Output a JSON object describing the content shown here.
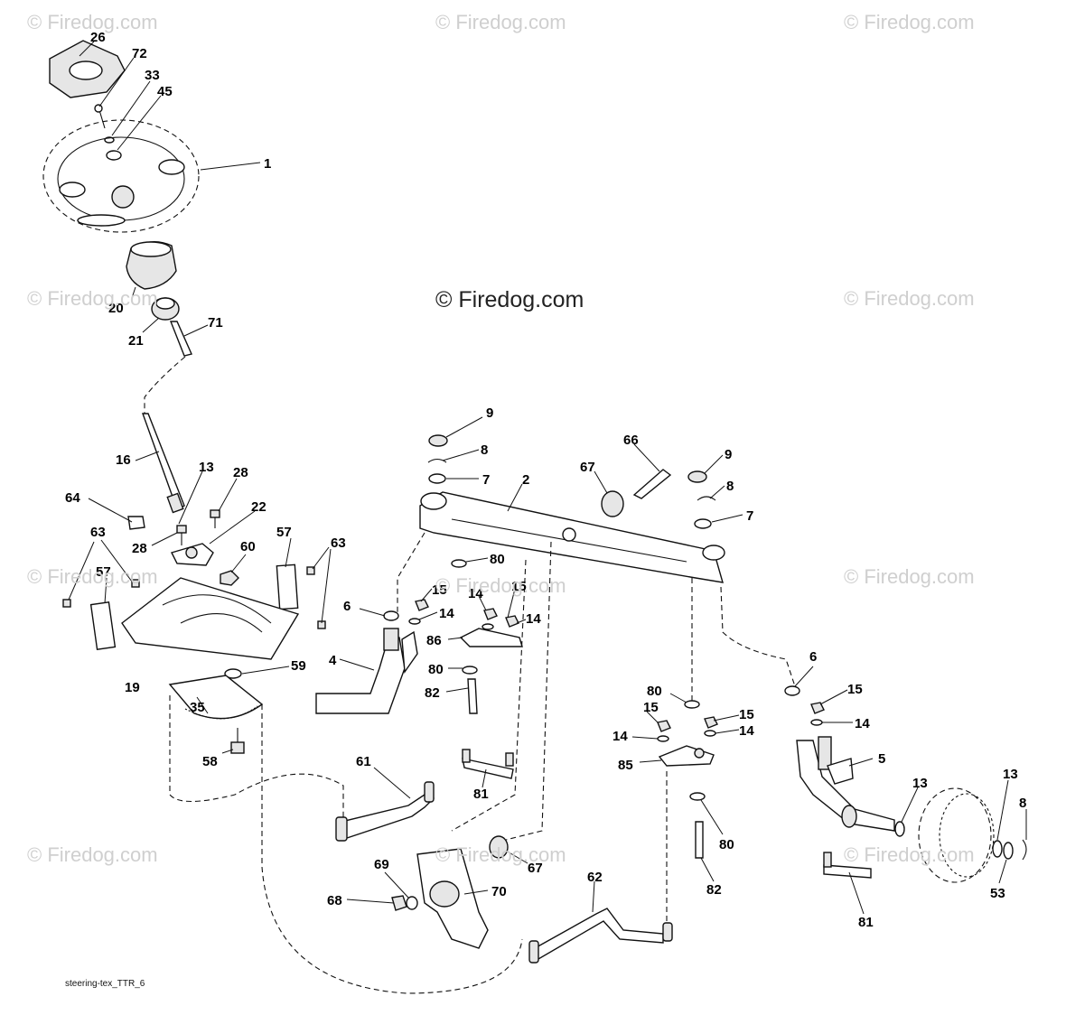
{
  "watermarks": {
    "corner": "© Firedog.com",
    "main": "© Firedog.com"
  },
  "diagram_code": "steering-tex_TTR_6",
  "callouts": [
    "26",
    "72",
    "33",
    "45",
    "1",
    "20",
    "21",
    "71",
    "16",
    "64",
    "13",
    "28",
    "22",
    "28",
    "63",
    "57",
    "60",
    "57",
    "63",
    "19",
    "59",
    "35",
    "58",
    "61",
    "9",
    "8",
    "7",
    "2",
    "67",
    "66",
    "9",
    "8",
    "7",
    "80",
    "6",
    "15",
    "14",
    "14",
    "15",
    "14",
    "86",
    "4",
    "80",
    "82",
    "81",
    "80",
    "15",
    "14",
    "15",
    "14",
    "85",
    "80",
    "82",
    "6",
    "15",
    "14",
    "5",
    "13",
    "13",
    "8",
    "53",
    "81",
    "69",
    "68",
    "70",
    "67",
    "62"
  ]
}
